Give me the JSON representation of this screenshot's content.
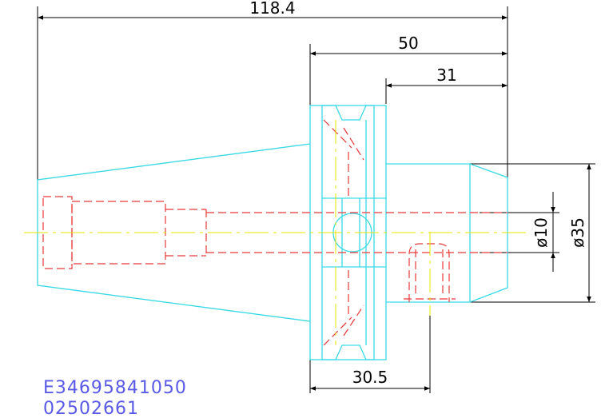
{
  "dimensions": {
    "overall_length": "118.4",
    "flange_to_end": "50",
    "shank_length": "31",
    "flange_width": "30.5",
    "bore_diameter": "ø10",
    "outer_diameter": "ø35"
  },
  "reference": {
    "part_code": "E34695841050",
    "serial": "02502661"
  },
  "colors": {
    "outline": "#39d9e6",
    "hidden": "#e63939",
    "centerline": "#e6e600",
    "dimension": "#000000",
    "reference_text": "#5a5ae6"
  }
}
